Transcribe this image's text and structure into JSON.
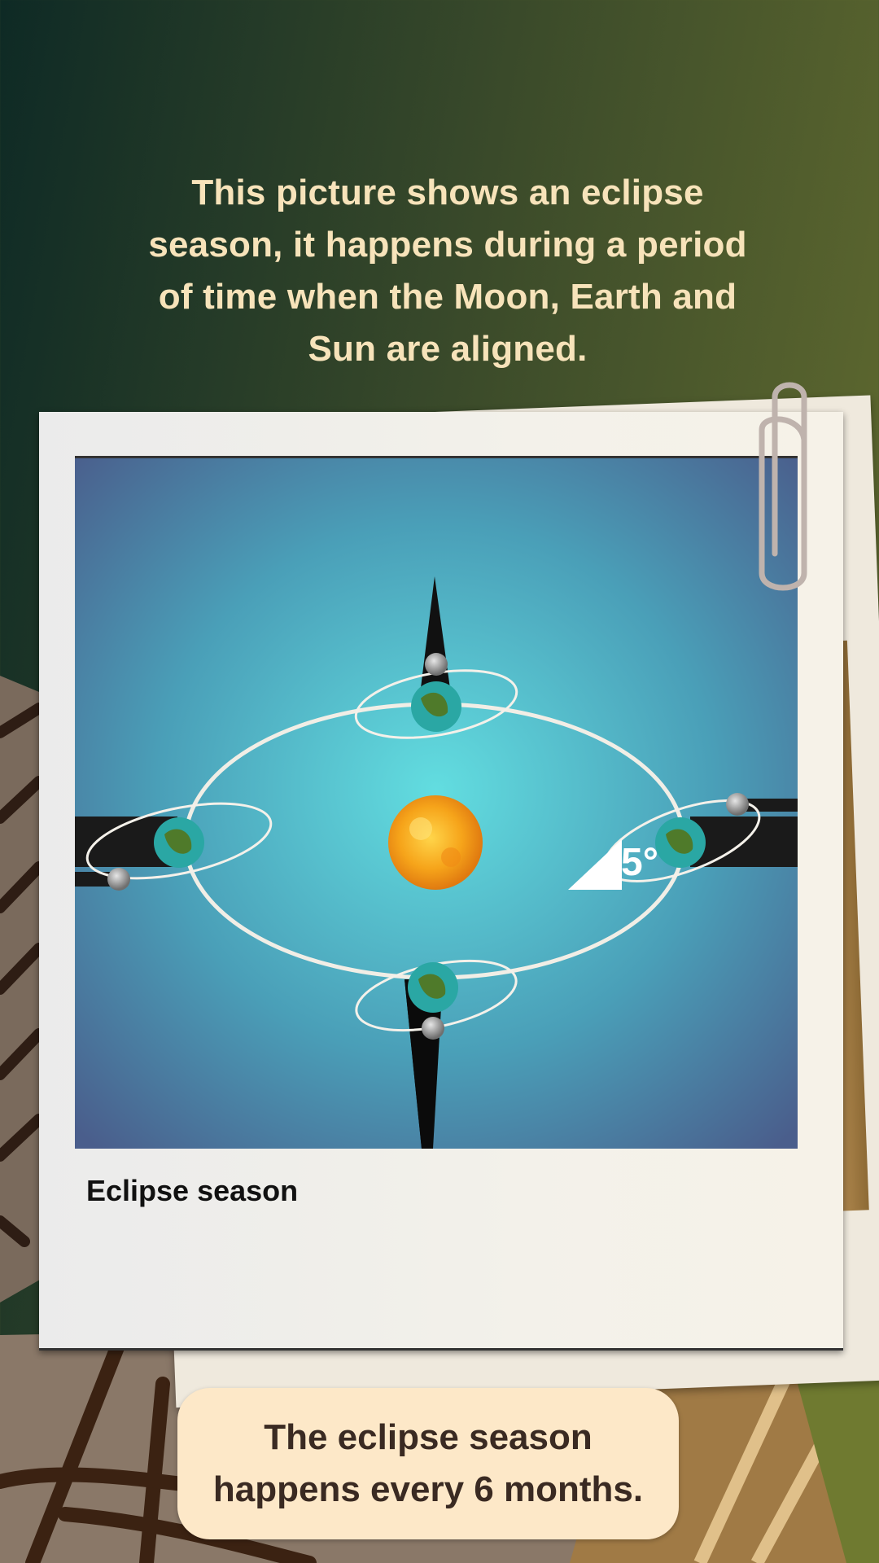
{
  "intro": {
    "text": "This picture shows an eclipse season, it happens during a period of time when the Moon, Earth and Sun are aligned."
  },
  "photo": {
    "caption": "Eclipse season",
    "diagram": {
      "angle_label": "5°"
    }
  },
  "fact": {
    "text": "The eclipse season happens every 6 months."
  },
  "colors": {
    "intro_text": "#f7e3ba",
    "fact_box": "#fde8c8",
    "fact_text": "#3a2a22",
    "sky_center": "#62dde0",
    "sky_edge": "#4a5e8c"
  }
}
